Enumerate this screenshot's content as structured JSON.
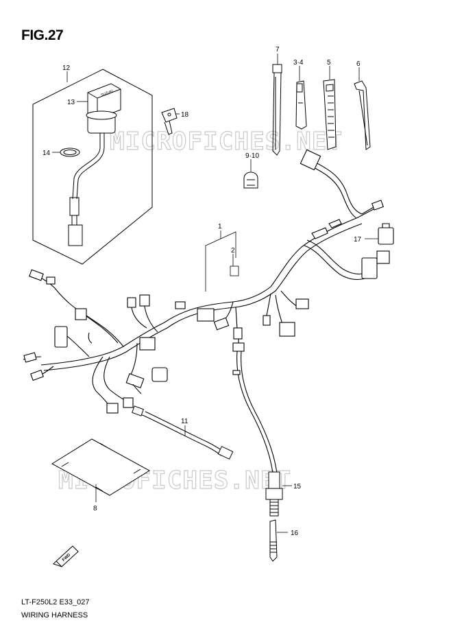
{
  "figure": {
    "title": "FIG.27"
  },
  "footer": {
    "code": "LT-F250L2 E33_027",
    "name": "WIRING HARNESS"
  },
  "watermark": {
    "text": "MICROFICHES.NET"
  },
  "direction_marker": {
    "text": "FWD"
  },
  "callouts": [
    {
      "id": "c1",
      "label": "1"
    },
    {
      "id": "c2",
      "label": "2"
    },
    {
      "id": "c34",
      "label": "3·4"
    },
    {
      "id": "c5",
      "label": "5"
    },
    {
      "id": "c6",
      "label": "6"
    },
    {
      "id": "c7",
      "label": "7"
    },
    {
      "id": "c8",
      "label": "8"
    },
    {
      "id": "c910",
      "label": "9·10"
    },
    {
      "id": "c11",
      "label": "11"
    },
    {
      "id": "c12",
      "label": "12"
    },
    {
      "id": "c13",
      "label": "13"
    },
    {
      "id": "c14",
      "label": "14"
    },
    {
      "id": "c15",
      "label": "15"
    },
    {
      "id": "c16",
      "label": "16"
    },
    {
      "id": "c17",
      "label": "17"
    },
    {
      "id": "c18",
      "label": "18"
    }
  ]
}
